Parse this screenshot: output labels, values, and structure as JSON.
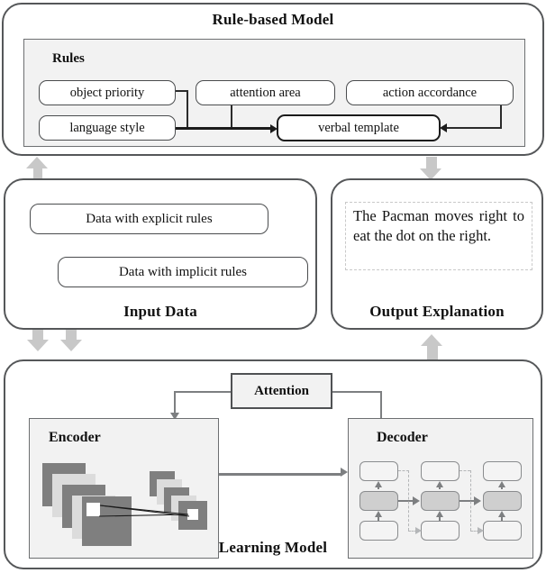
{
  "figure": {
    "type": "architecture-diagram",
    "caption": "Rule-based Model and Learning Model pipeline producing an Output Explanation from Input Data"
  },
  "rule_based_model": {
    "title": "Rule-based Model",
    "rules_panel_label": "Rules",
    "rules": [
      {
        "id": "object-priority",
        "label": "object  priority",
        "emphasis": "normal"
      },
      {
        "id": "language-style",
        "label": "language style",
        "emphasis": "normal"
      },
      {
        "id": "attention-area",
        "label": "attention area",
        "emphasis": "normal"
      },
      {
        "id": "action-accordance",
        "label": "action accordance",
        "emphasis": "normal"
      },
      {
        "id": "verbal-template",
        "label": "verbal template",
        "emphasis": "strong"
      }
    ]
  },
  "input_data": {
    "title": "Input Data",
    "items": [
      {
        "id": "explicit",
        "label": "Data with explicit rules"
      },
      {
        "id": "implicit",
        "label": "Data with implicit rules"
      }
    ]
  },
  "output_explanation": {
    "title": "Output Explanation",
    "text": "The Pacman moves right to eat the dot on the right."
  },
  "learning_model": {
    "title": "Learning Model",
    "attention_label": "Attention",
    "encoder_label": "Encoder",
    "decoder_label": "Decoder"
  },
  "colors": {
    "panel_border": "#555759",
    "shade_bg": "#f2f2f2",
    "block_arrow": "#c8c8c8",
    "connector_grey": "#7d7f81",
    "connector_black": "#1b1b1b",
    "cell_fill": "#cfcfcf",
    "conv_dark": "#7f7f7f",
    "conv_light": "#dcdcdc"
  }
}
